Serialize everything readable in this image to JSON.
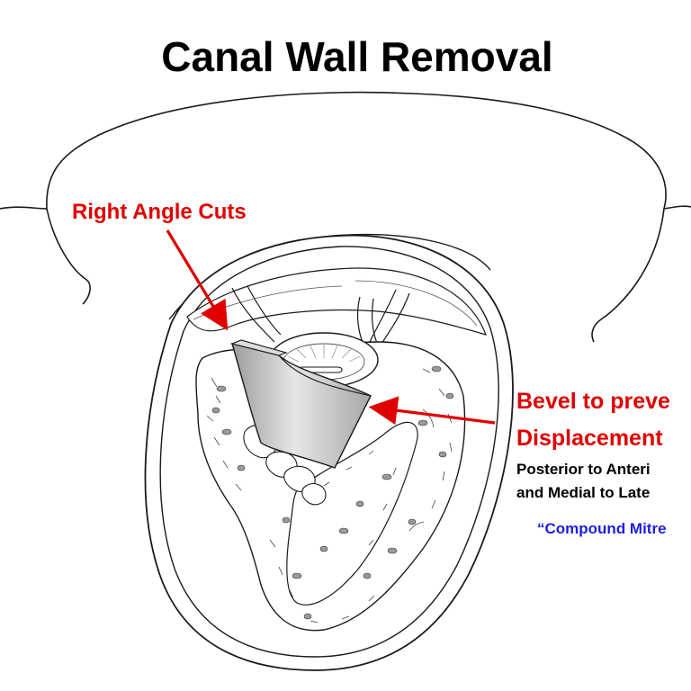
{
  "title": "Canal Wall Removal",
  "labels": {
    "right_angle_cuts": "Right Angle Cuts",
    "bevel_line1": "Bevel to preve",
    "bevel_line2": "Displacement",
    "direction_line1": "Posterior to Anteri",
    "direction_line2": "and Medial to Late",
    "compound_mitre": "“Compound Mitre"
  },
  "colors": {
    "annotation_red": "#e10000",
    "annotation_blue": "#1d1de0",
    "outline": "#1a1a1a",
    "bevel_gray": "#c9c9c9"
  }
}
